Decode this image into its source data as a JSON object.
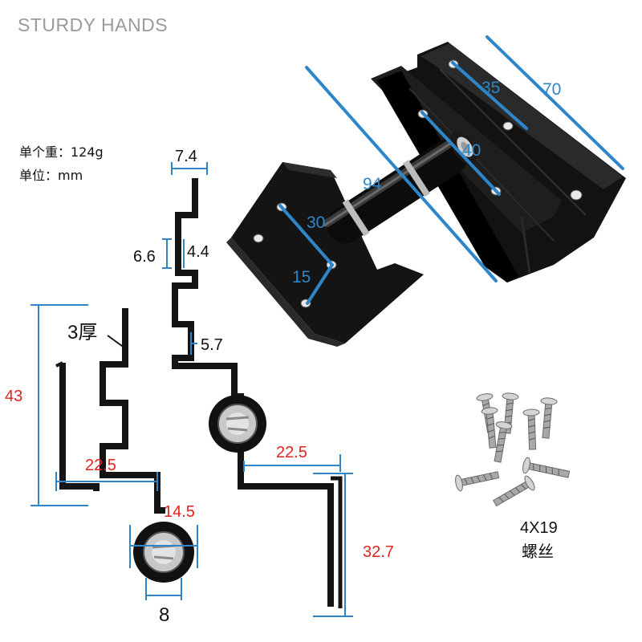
{
  "brand": "STURDY HANDS",
  "specs": {
    "weight": "单个重：124g",
    "unit": "单位：mm"
  },
  "hinge_dims": {
    "d35": "35",
    "d70": "70",
    "d40": "40",
    "d94": "94",
    "d30": "30",
    "d15": "15"
  },
  "profile_right": {
    "d7_4": "7.4",
    "d6_6": "6.6",
    "d4_4": "4.4",
    "d5_7": "5.7",
    "d22_5": "22.5",
    "d32_7": "32.7"
  },
  "profile_left": {
    "thickness": "3厚",
    "d43": "43",
    "d22_5": "22.5",
    "d14_5": "14.5",
    "d8": "8"
  },
  "screws": {
    "size": "4X19",
    "label": "螺丝"
  },
  "colors": {
    "blue": "#2e86c8",
    "red": "#e0231e",
    "hinge": "#0c0c0c"
  }
}
